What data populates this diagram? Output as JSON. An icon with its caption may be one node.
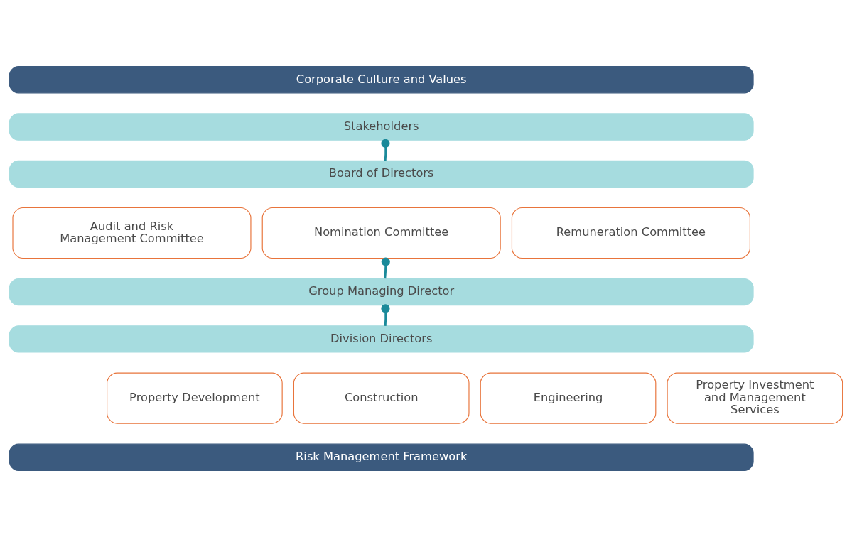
{
  "diagram": {
    "nodes": [
      {
        "text": [
          "Corporate Culture and Values"
        ]
      },
      {
        "text": [
          "Stakeholders"
        ]
      },
      {
        "text": [
          "Board of Directors"
        ]
      },
      {
        "text": [
          "Audit and Risk Management Committee"
        ]
      },
      {
        "text": [
          "Nomination Committee"
        ]
      },
      {
        "text": [
          "Remuneration Committee"
        ]
      },
      {
        "text": [
          "Group Managing Director"
        ]
      },
      {
        "text": [
          "Division Directors"
        ]
      },
      {
        "text": [
          "Property Development"
        ]
      },
      {
        "text": [
          "Construction"
        ]
      },
      {
        "text": [
          "Engineering"
        ]
      },
      {
        "text": [
          "Property Investment and Management Services"
        ]
      },
      {
        "text": [
          "Risk Management Framework"
        ]
      }
    ],
    "edges": [
      {
        "from": 2,
        "to": 1,
        "arrow": "other"
      },
      {
        "from": 6,
        "to": 4,
        "arrow": "other"
      },
      {
        "from": 7,
        "to": 6,
        "arrow": "other"
      }
    ]
  }
}
